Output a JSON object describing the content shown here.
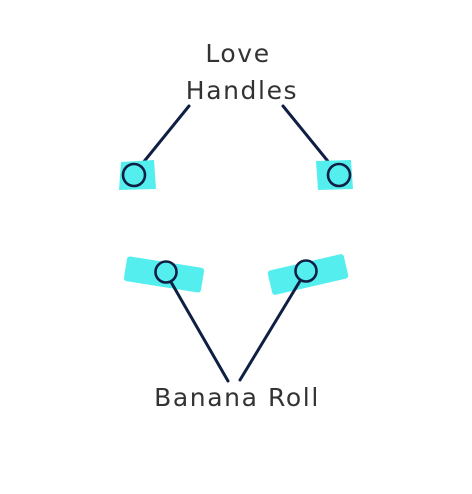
{
  "labels": {
    "love_handles_line1": "Love",
    "love_handles_line2": "Handles",
    "banana_roll": "Banana Roll"
  },
  "colors": {
    "patch": "#55eeee",
    "line": "#0f1f44",
    "text": "#333333",
    "background": "#ffffff"
  }
}
